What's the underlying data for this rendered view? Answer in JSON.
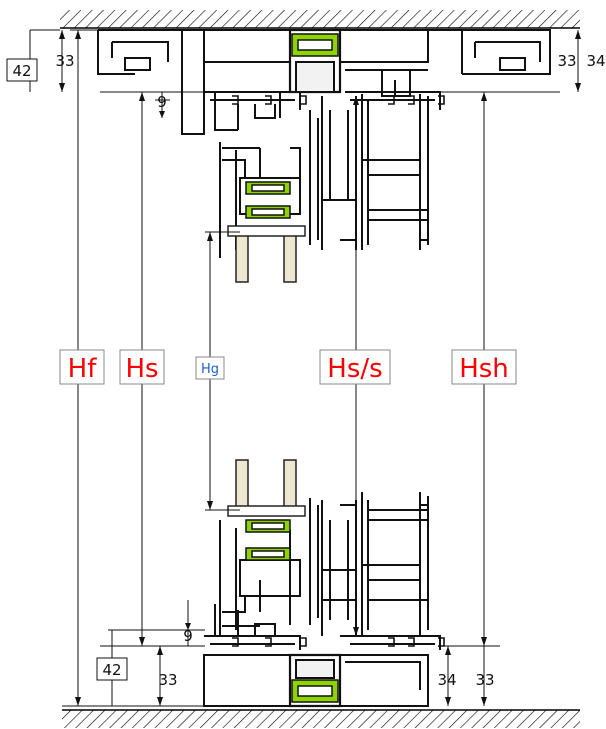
{
  "labels": {
    "hf": "Hf",
    "hs": "Hs",
    "hg": "Hg",
    "hss": "Hs/s",
    "hsh": "Hsh"
  },
  "dimensions": {
    "top_left_box": "42",
    "top_left_33": "33",
    "top_right_33": "33",
    "top_right_34": "34",
    "top_gap_9": "9",
    "bottom_left_box": "42",
    "bottom_left_33": "33",
    "bottom_gap_9": "9",
    "bottom_right_34": "34",
    "bottom_right_33": "33"
  },
  "colors": {
    "label_red": "#ff0000",
    "label_blue": "#1a5fd6",
    "gasket_green": "#8fd400",
    "glass_beige": "#efe6cf",
    "profile_black": "#111111"
  }
}
